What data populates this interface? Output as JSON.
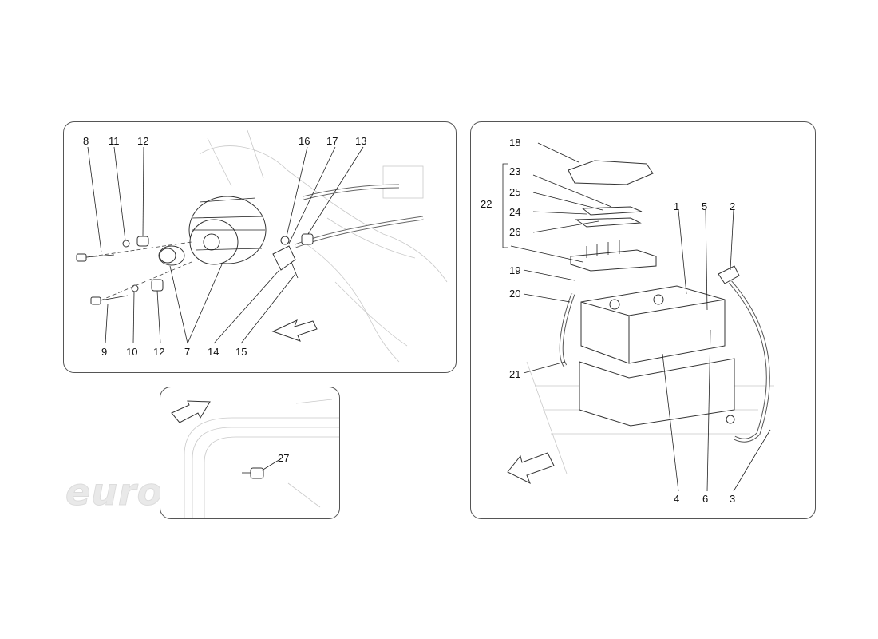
{
  "watermark": "eurospares",
  "alternator_panel": {
    "labels": {
      "l8": "8",
      "l11": "11",
      "l12a": "12",
      "l16": "16",
      "l17": "17",
      "l13": "13",
      "l9": "9",
      "l10": "10",
      "l12b": "12",
      "l7": "7",
      "l14": "14",
      "l15": "15"
    }
  },
  "sensor_panel": {
    "labels": {
      "l27": "27"
    }
  },
  "battery_panel": {
    "labels": {
      "l18": "18",
      "l23": "23",
      "l25": "25",
      "l24": "24",
      "l26": "26",
      "l22": "22",
      "l19": "19",
      "l20": "20",
      "l21": "21",
      "l1": "1",
      "l5": "5",
      "l2": "2",
      "l4": "4",
      "l6": "6",
      "l3": "3"
    }
  }
}
